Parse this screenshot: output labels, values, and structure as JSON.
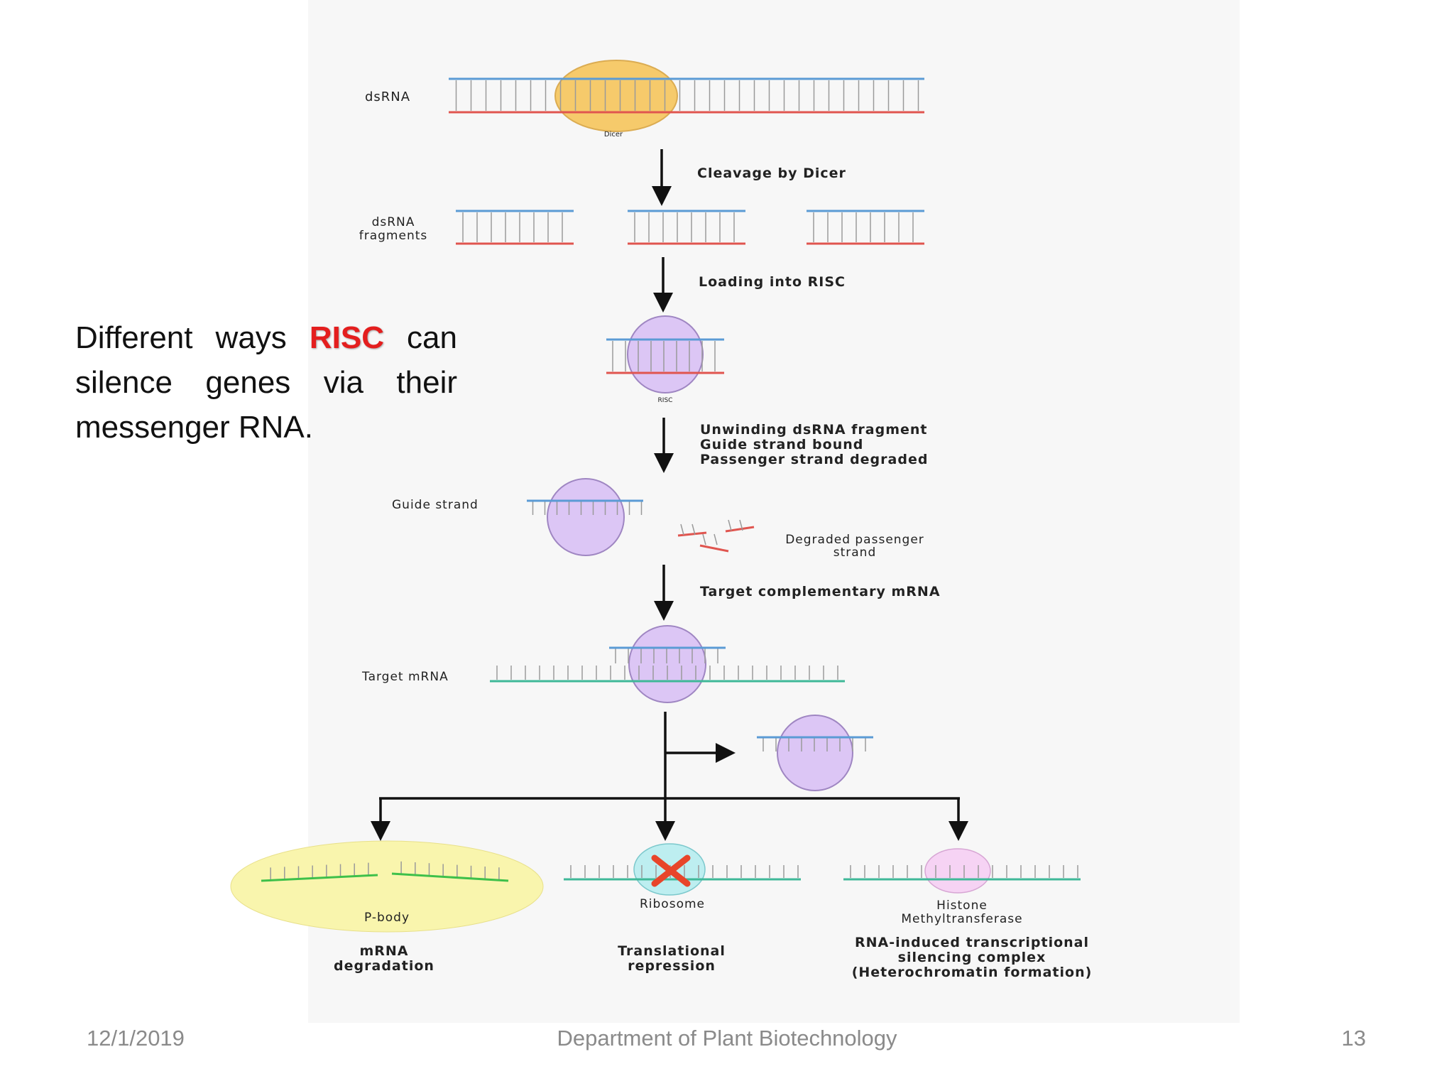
{
  "colors": {
    "top_strand": "#5b9bd5",
    "bottom_strand": "#e0554f",
    "mrna_strand": "#3fb898",
    "pbody_strand": "#3ec04a",
    "risc_fill": "#dcc6f5",
    "risc_stroke": "#9f86c2",
    "dicer_fill": "#f6c65c",
    "pbody_fill": "#f9f5ad",
    "ribosome_fill": "#bdeef0",
    "histone_fill": "#f6d3f4",
    "x_mark": "#e8452a",
    "caption_highlight": "#e41e1e"
  },
  "caption": {
    "before": "Different ways ",
    "highlight": "RISC",
    "after": " can silence genes via their messenger RNA."
  },
  "diagram": {
    "dsrna_label": "dsRNA",
    "dicer_label": "Dicer",
    "step_cleavage": "Cleavage by Dicer",
    "fragments_label_1": "dsRNA",
    "fragments_label_2": "fragments",
    "step_loading": "Loading into RISC",
    "risc_label": "RISC",
    "step_unwinding_1": "Unwinding dsRNA fragment",
    "step_unwinding_2": "Guide strand bound",
    "step_unwinding_3": "Passenger strand degraded",
    "guide_strand_label": "Guide strand",
    "degraded_label_1": "Degraded passenger",
    "degraded_label_2": "strand",
    "step_target": "Target complementary mRNA",
    "target_mrna_label": "Target mRNA",
    "pbody_label": "P-body",
    "ribosome_label": "Ribosome",
    "histone_label_1": "Histone",
    "histone_label_2": "Methyltransferase",
    "outcome_1_line1": "mRNA",
    "outcome_1_line2": "degradation",
    "outcome_2_line1": "Translational",
    "outcome_2_line2": "repression",
    "outcome_3_line1": "RNA-induced transcriptional",
    "outcome_3_line2": "silencing complex",
    "outcome_3_line3": "(Heterochromatin formation)"
  },
  "footer": {
    "date": "12/1/2019",
    "department": "Department of Plant Biotechnology",
    "page": "13"
  }
}
